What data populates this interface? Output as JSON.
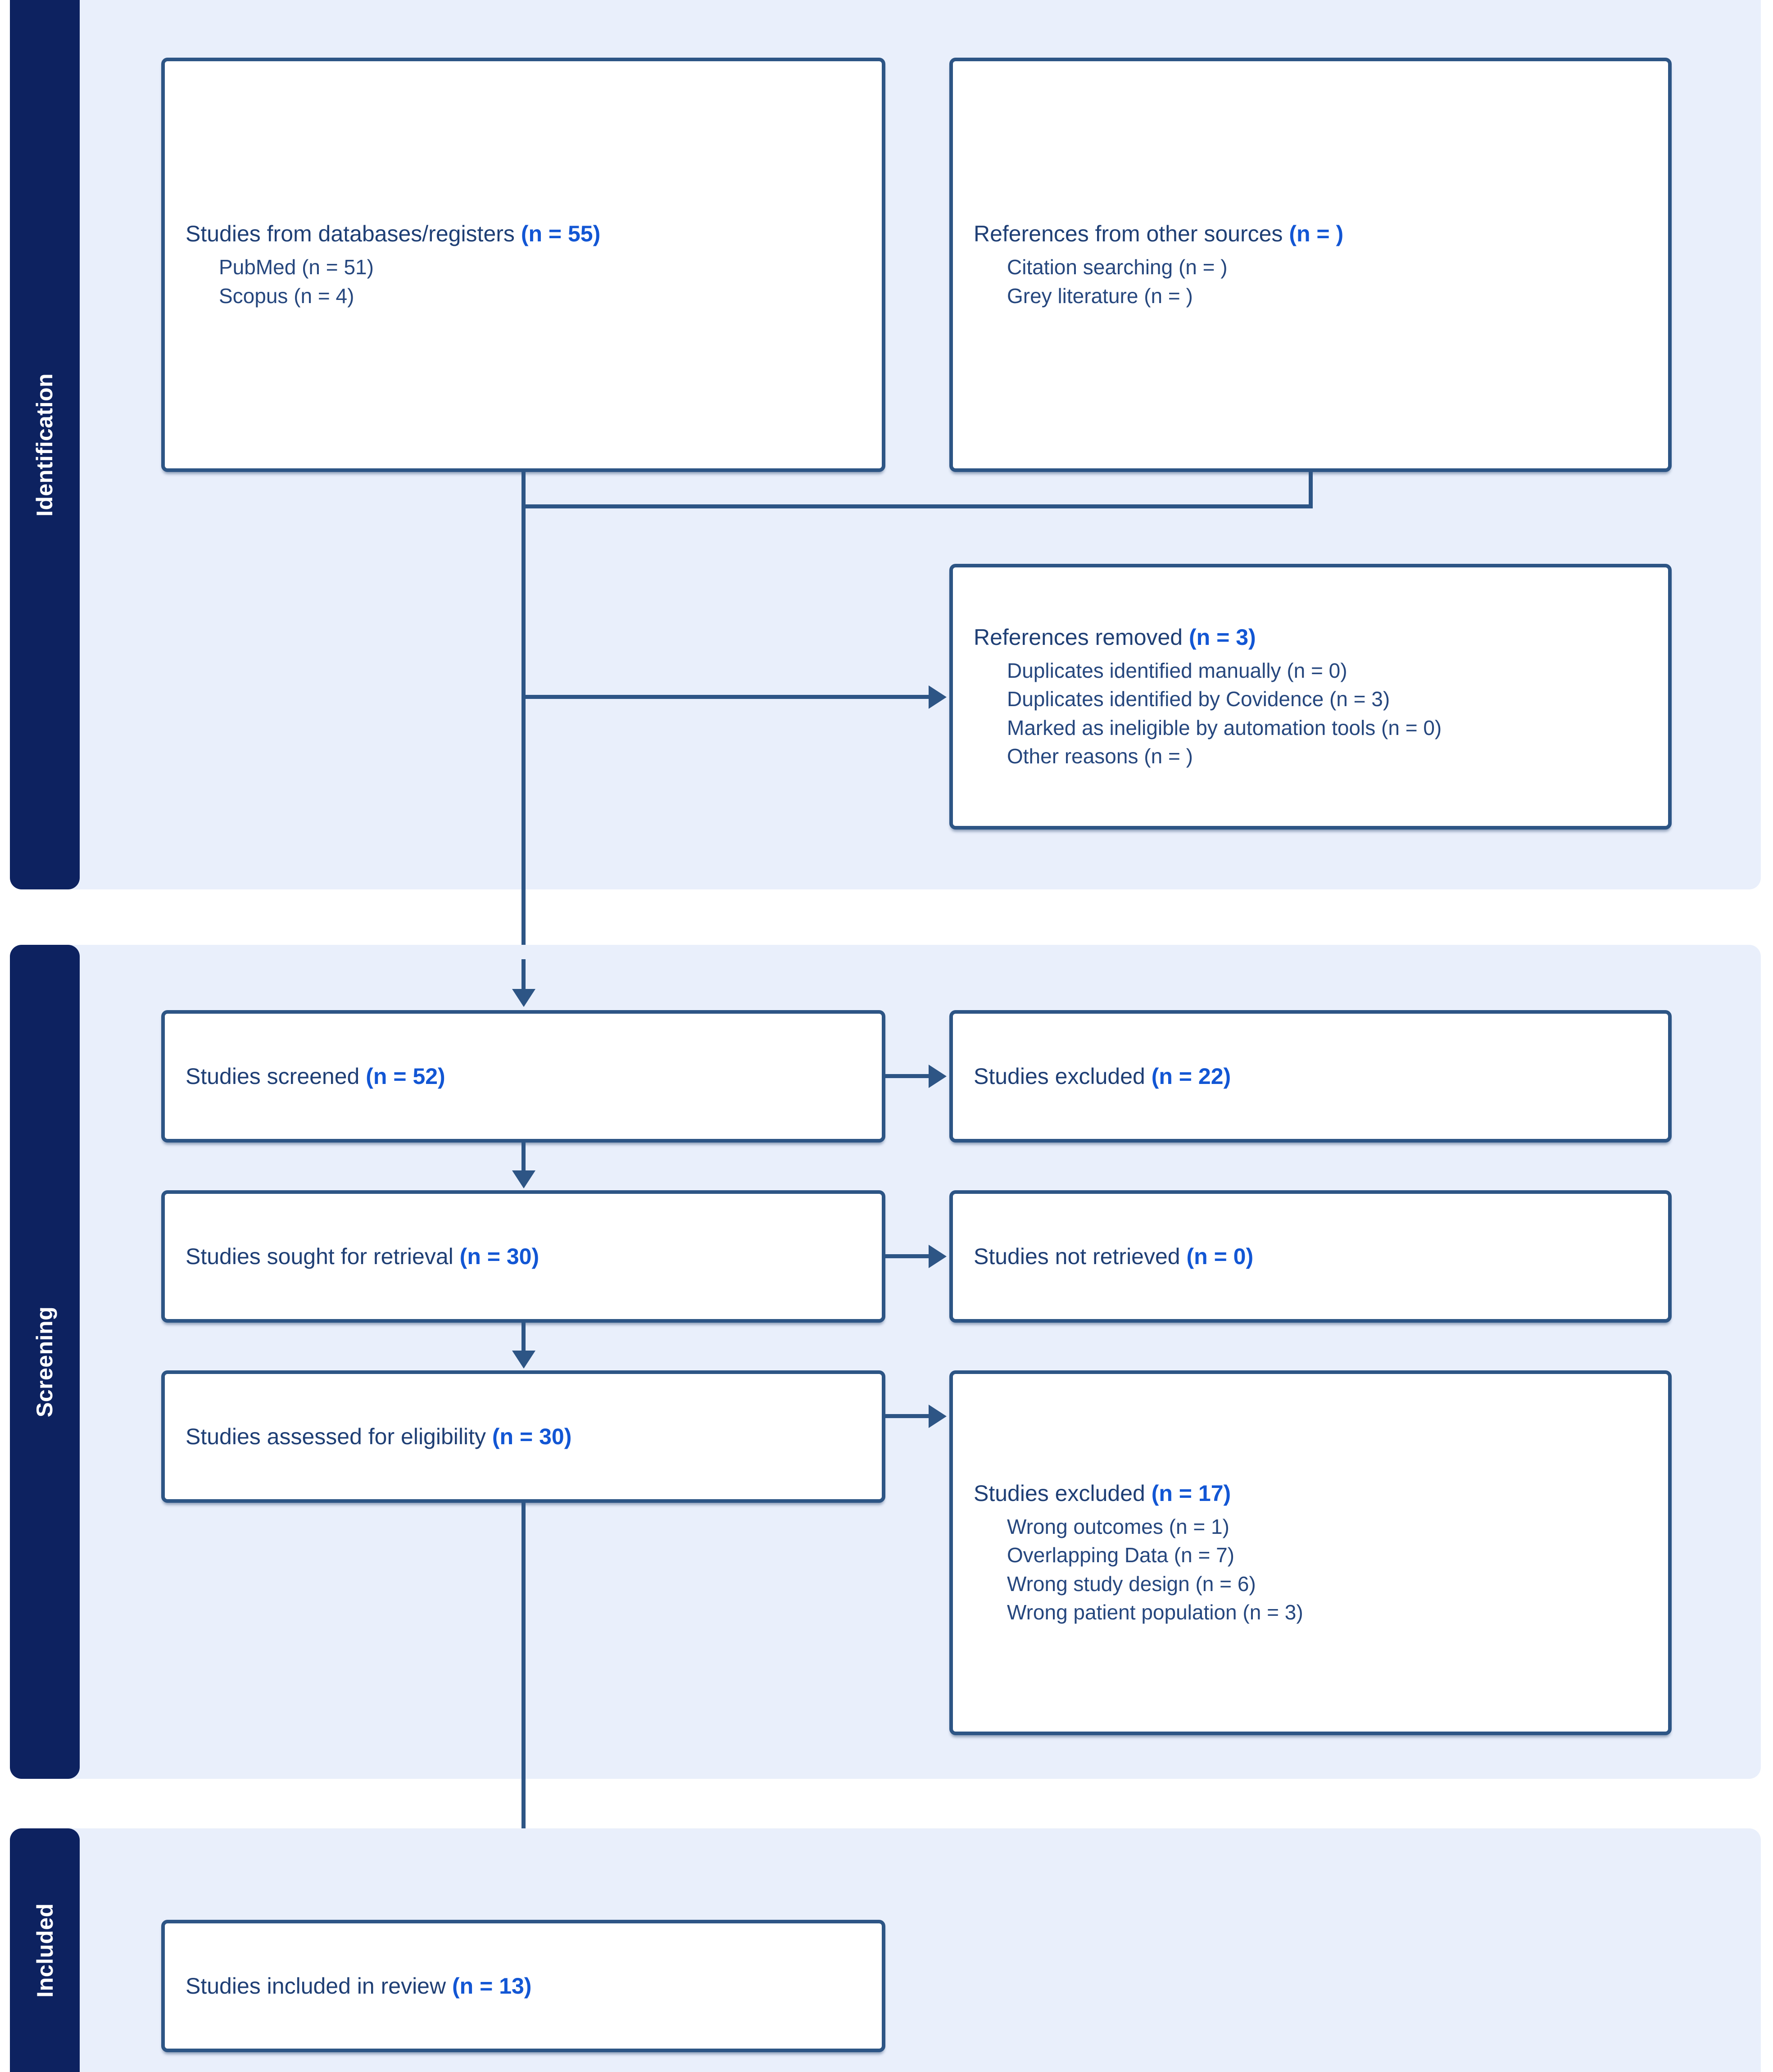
{
  "figure": {
    "type": "prisma-flow-diagram",
    "background_color": "#ffffff",
    "panel_color": "#e9effb",
    "tab_color": "#0d2260",
    "box_border_color": "#2d5585",
    "label_text_color": "#1f3f75",
    "count_text_color": "#1256d4"
  },
  "stages": {
    "identification": {
      "label": "Identification"
    },
    "screening": {
      "label": "Screening"
    },
    "included": {
      "label": "Included"
    }
  },
  "nodes": {
    "databases": {
      "title": "Studies from databases/registers",
      "count": "(n = 55)",
      "items": [
        "PubMed (n = 51)",
        "Scopus (n = 4)"
      ]
    },
    "other_sources": {
      "title": "References from other sources",
      "count": "(n = )",
      "items": [
        "Citation searching (n = )",
        "Grey literature (n = )"
      ]
    },
    "references_removed": {
      "title": "References removed",
      "count": "(n = 3)",
      "items": [
        "Duplicates identified manually (n = 0)",
        "Duplicates identified by Covidence (n = 3)",
        "Marked as ineligible by automation tools (n = 0)",
        "Other reasons (n = )"
      ]
    },
    "screened": {
      "title": "Studies screened",
      "count": "(n = 52)",
      "items": []
    },
    "excluded_screened": {
      "title": "Studies excluded",
      "count": "(n = 22)",
      "items": []
    },
    "sought_retrieval": {
      "title": "Studies sought for retrieval",
      "count": "(n = 30)",
      "items": []
    },
    "not_retrieved": {
      "title": "Studies not retrieved",
      "count": "(n = 0)",
      "items": []
    },
    "assessed_eligibility": {
      "title": "Studies assessed for eligibility",
      "count": "(n = 30)",
      "items": []
    },
    "excluded_eligibility": {
      "title": "Studies excluded",
      "count": "(n = 17)",
      "items": [
        "Wrong outcomes (n = 1)",
        "Overlapping Data (n = 7)",
        "Wrong study design (n = 6)",
        "Wrong patient population (n = 3)"
      ]
    },
    "included_review": {
      "title": "Studies included in review",
      "count": "(n = 13)",
      "items": []
    }
  }
}
